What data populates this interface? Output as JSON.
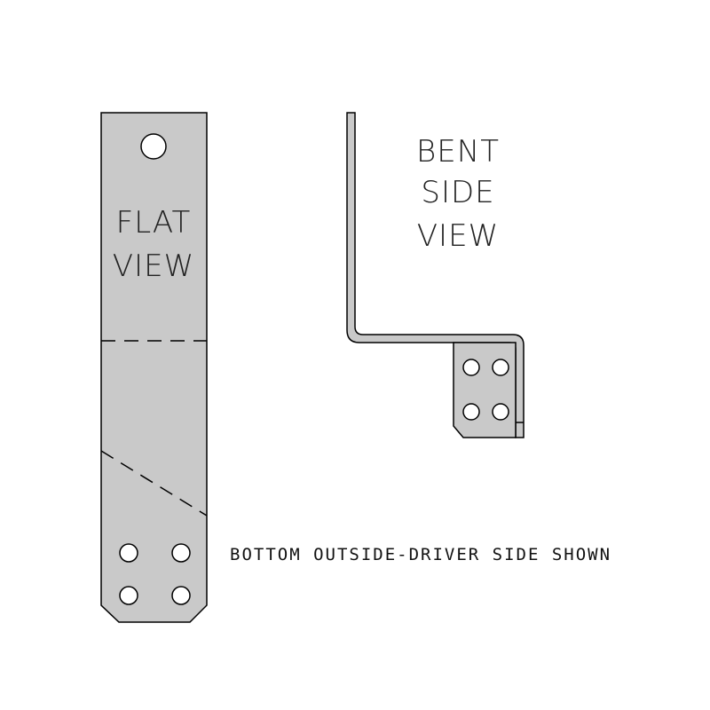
{
  "flat_view": {
    "label_line1": "FLAT",
    "label_line2": "VIEW"
  },
  "bent_view": {
    "label_line1": "BENT",
    "label_line2": "SIDE",
    "label_line3": "VIEW"
  },
  "note": "BOTTOM OUTSIDE-DRIVER SIDE SHOWN",
  "colors": {
    "part_fill": "#c9c9c9",
    "outline": "#000000",
    "background": "#ffffff"
  }
}
